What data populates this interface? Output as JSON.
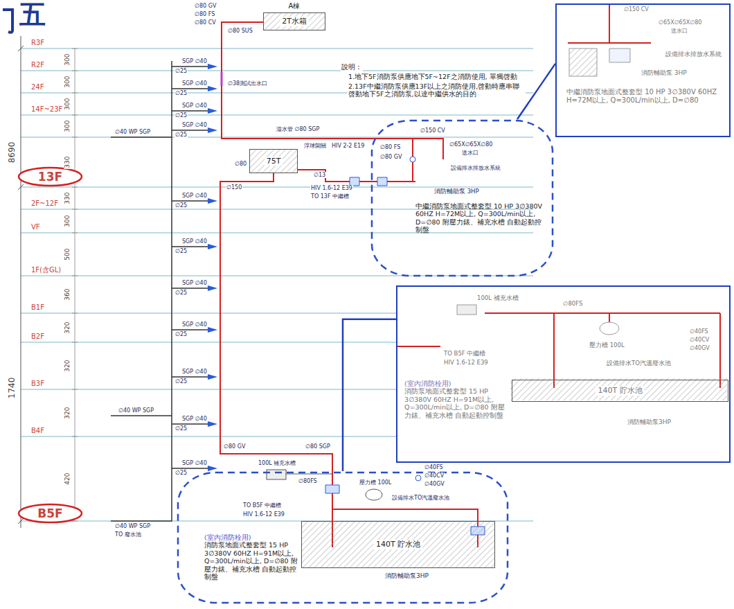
{
  "diagram": {
    "title": "五",
    "nodes": [
      {
        "text": [
          "A棟",
          "2T水箱"
        ]
      },
      {
        "text": [
          "13F"
        ]
      },
      {
        "text": [
          "75T"
        ]
      },
      {
        "text": [
          "中繼消防泵地面式整套型 10 HP 3∅380V 60HZ H=72M以上, Q=300L/min以上, D=∅80 附壓力錶、補充水槽 自動起動控制盤"
        ]
      },
      {
        "text": [
          "中繼消防泵地面式整套型 10 HP 3∅380V 60HZ H=72M以上, Q=300L/min以上, D=∅80"
        ]
      },
      {
        "text": [
          "(室內消防栓用)",
          "消防泵地面式整套型 15 HP 3∅380V 60HZ H=91M以上, Q=300L/min以上, D=∅80 附壓力錶、補充水槽 自動起動控制盤"
        ]
      },
      {
        "text": [
          "140T 貯水池"
        ],
        "in": 5
      },
      {
        "text": [
          "B5F"
        ]
      },
      {
        "text": [
          "140T 貯水池"
        ]
      },
      {
        "text": [
          "(室內消防栓用)",
          "消防泵地面式整套型 15 HP 3∅380V 60HZ H=91M以上, Q=300L/min以上, D=∅80 附壓力錶、補充水槽 自動起動控制盤"
        ]
      }
    ],
    "edges": [
      {
        "from": 3,
        "to": 4,
        "arrow": "none"
      },
      {
        "from": 9,
        "to": 5,
        "arrow": "none"
      }
    ],
    "labels": [
      "R3F",
      "R2F",
      "24F",
      "14F~23F",
      "2F~12F",
      "VF",
      "1F(含GL)",
      "B1F",
      "B2F",
      "B3F",
      "B4F",
      "300",
      "300",
      "300",
      "300",
      "330",
      "330",
      "300",
      "500",
      "360",
      "320",
      "320",
      "320",
      "420",
      "8690",
      "1740",
      "∅80 GV",
      "∅80 FS",
      "∅80 CV",
      "∅80 SUS",
      "∅38測試出水口",
      "說明：",
      "1.地下5F消防泵供應地下5F~12F之消防使用, 單獨啓動",
      "2.13F中繼消防泵供應13F以上之消防使用,啓動時應串聯啓動地下5F之消防泵,以達中繼供水的目的",
      "∅40 WP SGP",
      "∅40 WP SGP",
      "∅40 WP SGP",
      "TO 廢水池",
      "SGP ∅40",
      "∅25",
      "SGP ∅40",
      "∅25",
      "SGP ∅40",
      "∅25",
      "SGP ∅40",
      "∅25",
      "SGP ∅40",
      "∅25",
      "SGP ∅40",
      "∅25",
      "SGP ∅40",
      "∅25",
      "SGP ∅40",
      "∅25",
      "SGP ∅40",
      "∅25",
      "SGP ∅40",
      "∅25",
      "SGP ∅40",
      "∅25",
      "∅80 GV",
      "溢水管 ∅80 SGP",
      "浮球開關",
      "HIV 2-2 E19",
      "∅80",
      "∅150",
      "∅13",
      "HIV 1.6-12 E39",
      "TO 13F 中繼槽",
      "∅150 CV",
      "∅80 FS",
      "∅80 GV",
      "∅65X∅65X∅80",
      "送水口",
      "設備排水排放水系統",
      "消防輔助泵 3HP",
      "∅150 CV",
      "∅65X∅65X∅80",
      "送水口",
      "設備排水排放水系統",
      "消防輔助泵 3HP",
      "100L 補充水槽",
      "∅80FS",
      "壓力槽 100L",
      "∅40FS",
      "∅40CV",
      "∅40GV",
      "設備排水TO汽溫廢水池",
      "TO B5F 中繼槽",
      "HIV 1.6-12 E39",
      "消防輔助泵3HP",
      "100L 補充水槽",
      "∅80 SGP",
      "∅80FS",
      "壓力槽 100L",
      "∅40FS",
      "∅40CV",
      "∅40GV",
      "設備排水TO汽溫廢水池",
      "TO B5F 中繼槽",
      "HIV 1.6-12 E39",
      "消防輔助泵3HP"
    ]
  }
}
